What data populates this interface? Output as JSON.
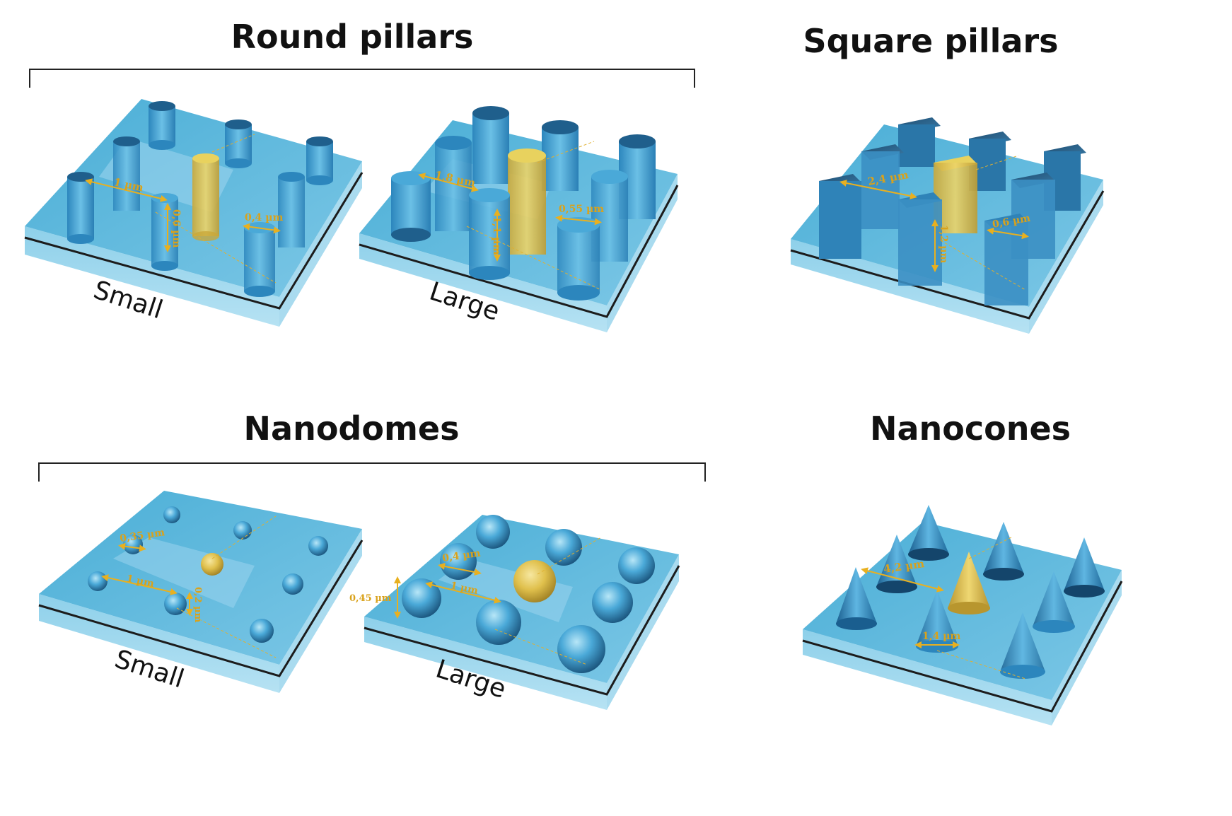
{
  "headings": {
    "round_pillars": "Round pillars",
    "square_pillars": "Square pillars",
    "nanodomes": "Nanodomes",
    "nanocones": "Nanocones"
  },
  "variants": {
    "round_small": "Small",
    "round_large": "Large",
    "dome_small": "Small",
    "dome_large": "Large"
  },
  "dimensions": {
    "round_small_pitch": "1 µm",
    "round_small_height": "0,6 µm",
    "round_small_diameter": "0,4 µm",
    "round_large_pitch": "1,8 µm",
    "round_large_height": "1,1 µm",
    "round_large_diameter": "0,55 µm",
    "square_pitch": "2,4 µm",
    "square_height": "1,2 µm",
    "square_width": "0,6 µm",
    "dome_small_diameter": "0,35 µm",
    "dome_small_pitch": "1 µm",
    "dome_small_height": "0,2 µm",
    "dome_large_diameter": "0,4 µm",
    "dome_large_pitch": "1 µm",
    "dome_large_height": "0,45 µm",
    "cone_pitch": "4,2 µm",
    "cone_base": "1,4 µm"
  },
  "colors": {
    "substrate_top": "#5ab8dc",
    "substrate_side": "#8ed0ea",
    "feature_blue": "#3f9fd0",
    "feature_dark": "#1f5f8c",
    "highlight_yellow": "#e2c64a",
    "dimension_text": "#d9a21b"
  }
}
